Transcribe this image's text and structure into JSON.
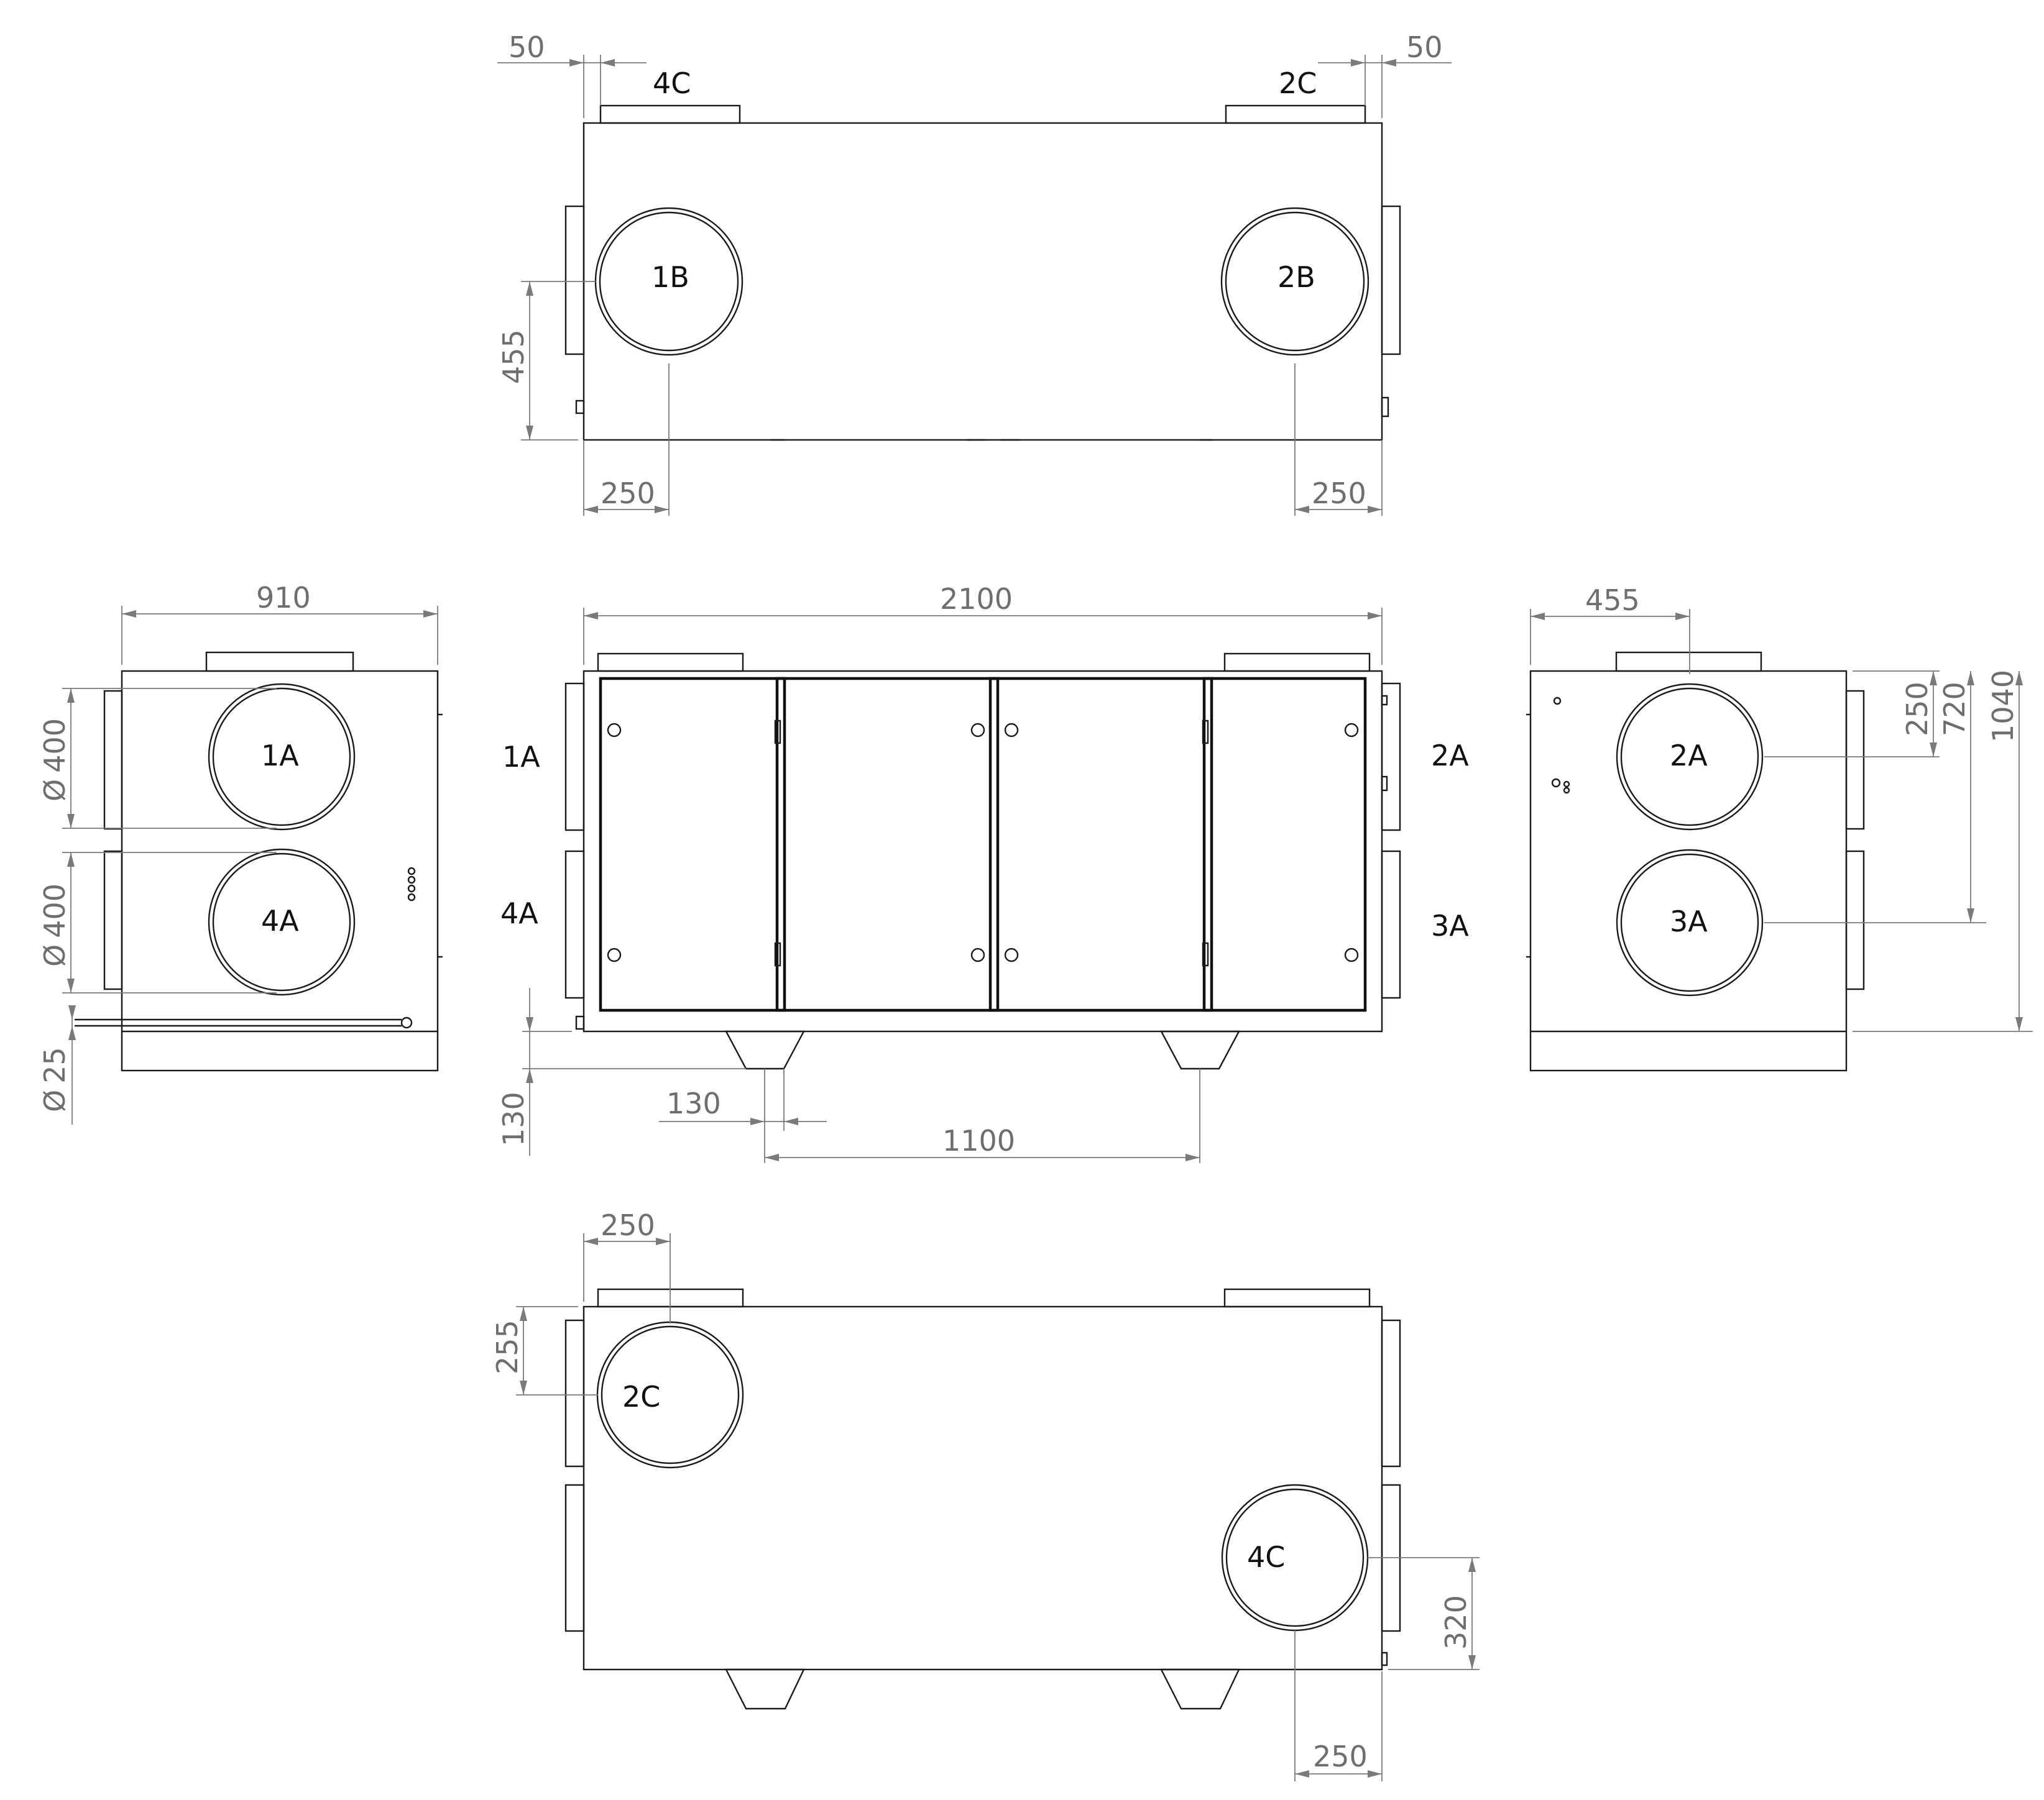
{
  "ports": {
    "top_4c": "4C",
    "top_2c": "2C",
    "top_1b": "1B",
    "top_2b": "2B",
    "left_1a": "1A",
    "left_4a": "4A",
    "front_1a": "1A",
    "front_4a": "4A",
    "front_2a": "2A",
    "front_3a": "3A",
    "right_2a": "2A",
    "right_3a": "3A",
    "bottom_2c": "2C",
    "bottom_4c": "4C"
  },
  "dims": {
    "top_50_left": "50",
    "top_50_right": "50",
    "top_455": "455",
    "top_250_left": "250",
    "top_250_right": "250",
    "side_910": "910",
    "side_d400_a": "400",
    "side_d400_b": "400",
    "side_d25": "25",
    "front_2100": "2100",
    "front_130_v": "130",
    "front_130_h": "130",
    "front_1100": "1100",
    "right_455": "455",
    "right_250": "250",
    "right_720": "720",
    "right_1040": "1040",
    "bottom_250_top": "250",
    "bottom_255": "255",
    "bottom_320": "320",
    "bottom_250_bot": "250"
  },
  "symbols": {
    "diameter": "Ø"
  }
}
